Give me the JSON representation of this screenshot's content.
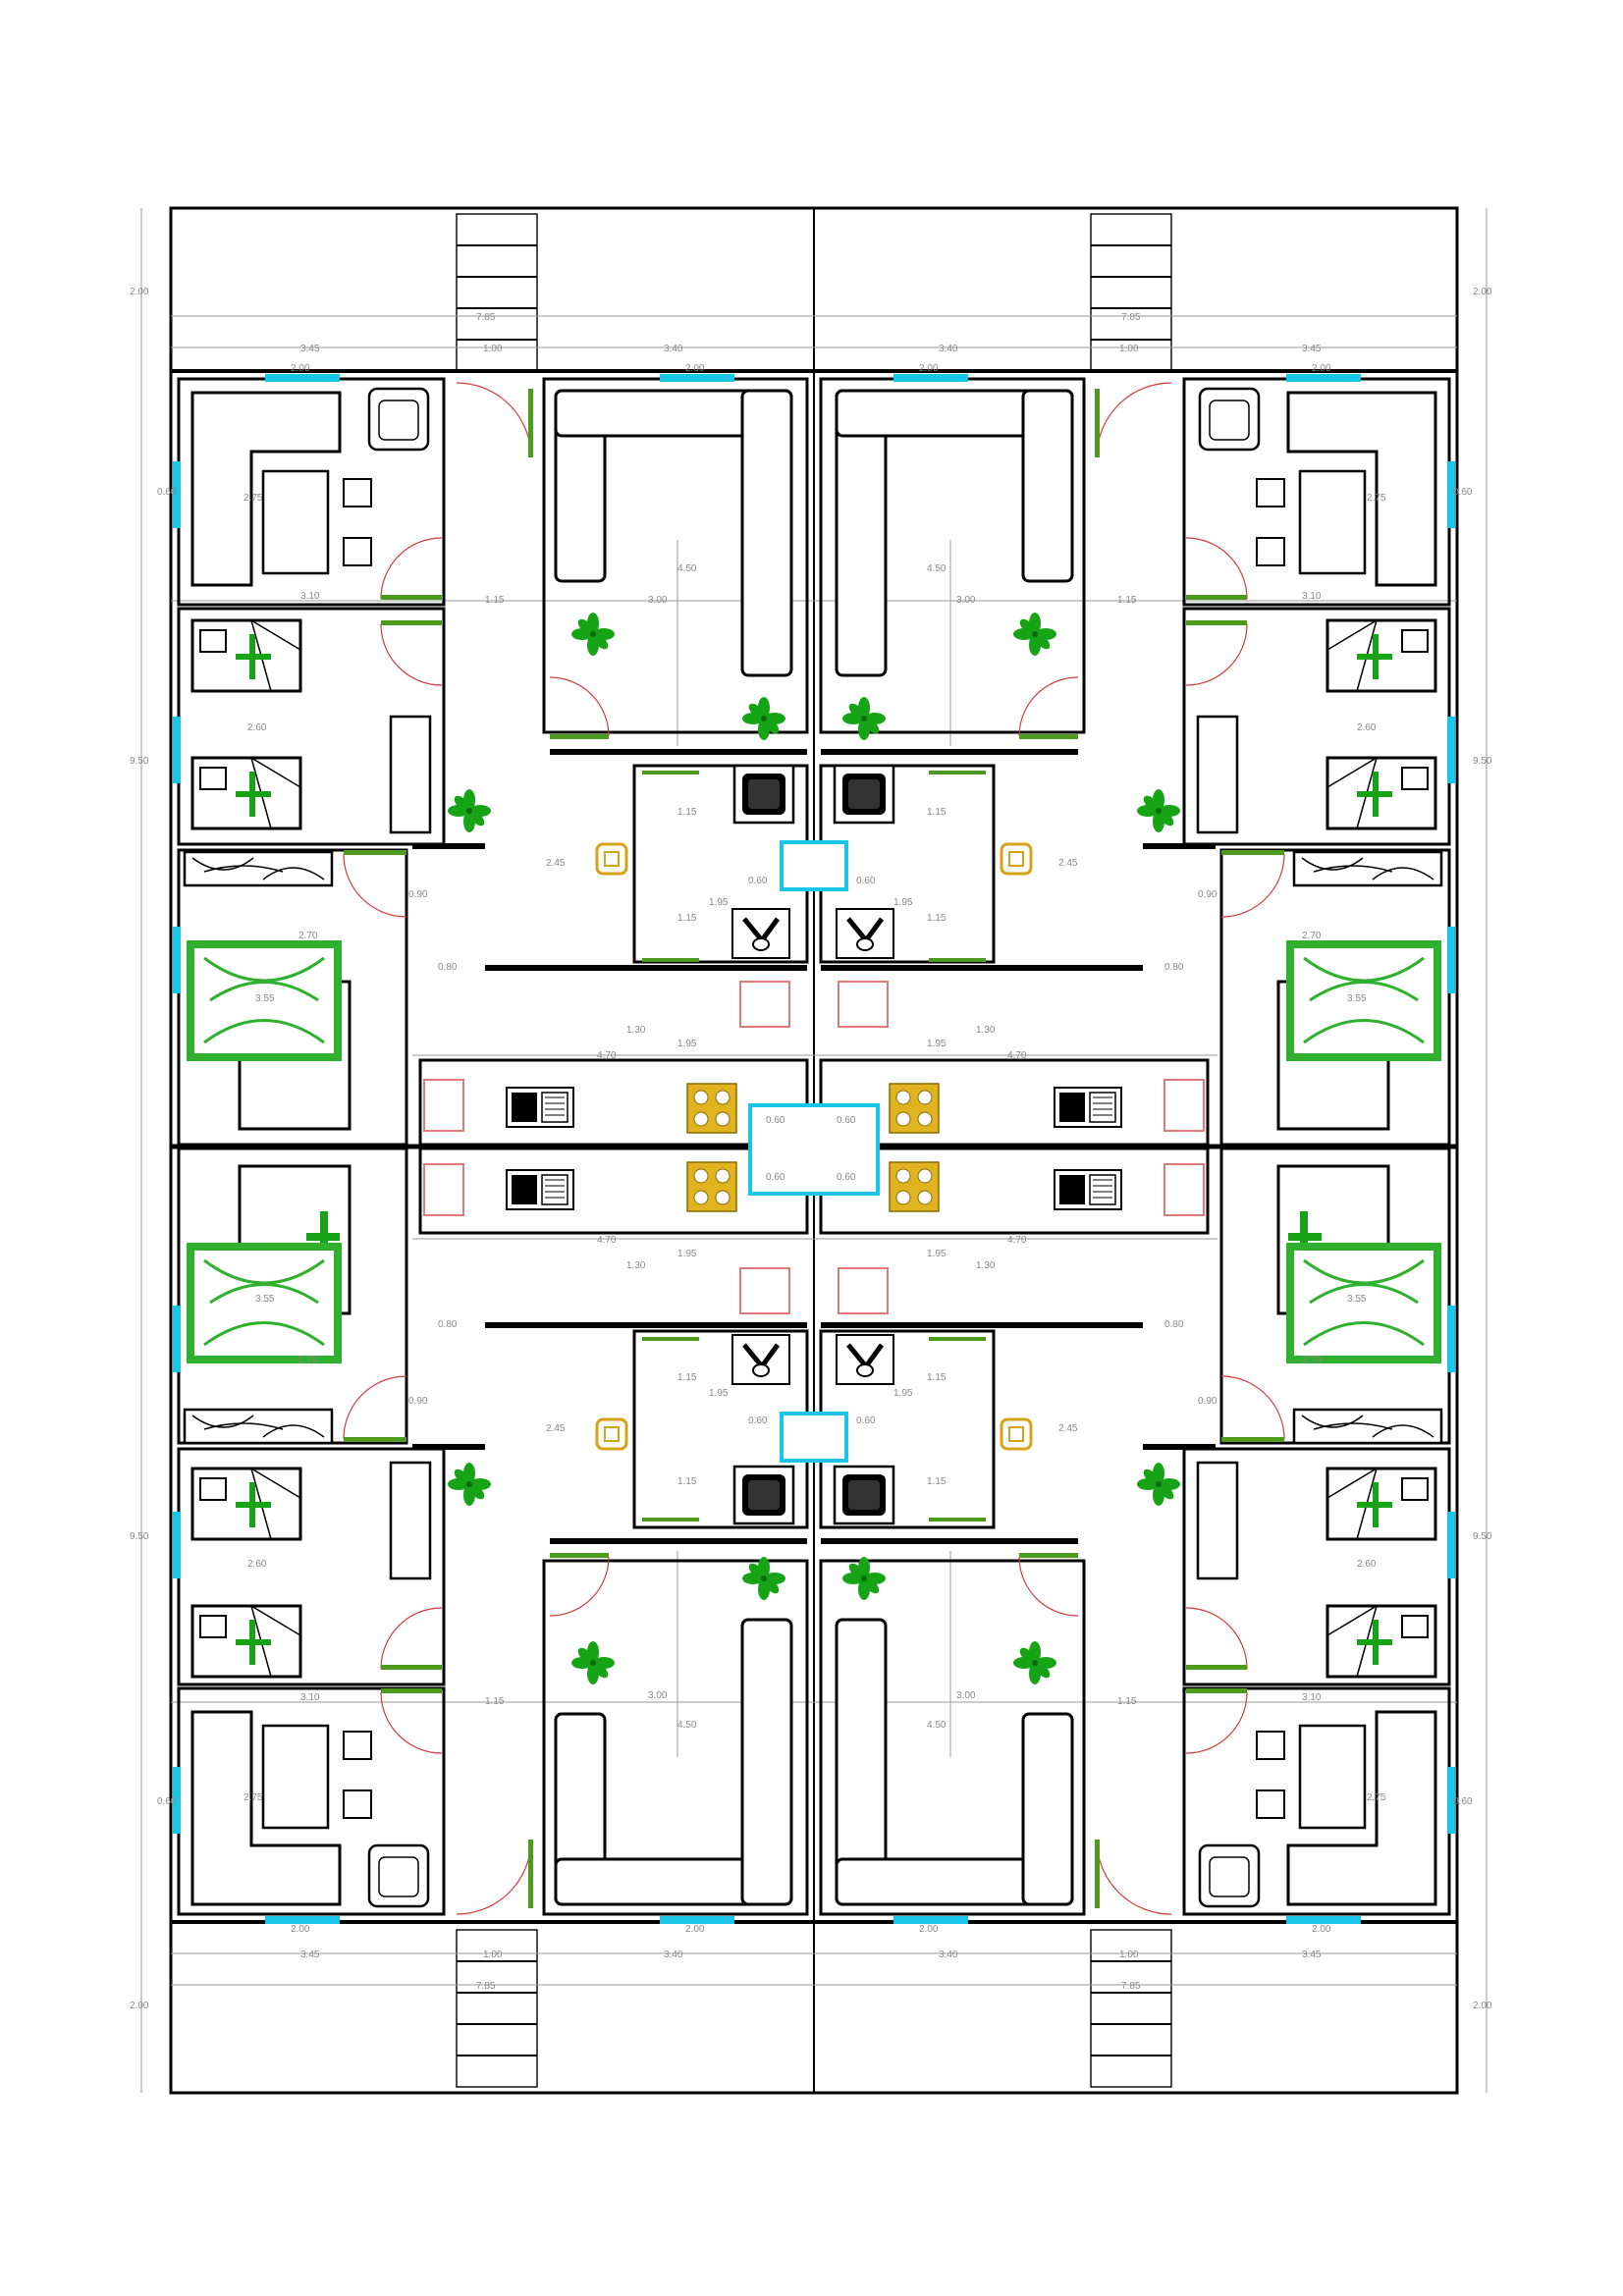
{
  "colors": {
    "wall": "#000000",
    "dimension": "#888888",
    "window": "#19c6e6",
    "plant": "#16a416",
    "door_arc": "#d23a3a",
    "door_leaf": "#4c9b1c",
    "water_heater": "#d4a316",
    "stove": "#e0b420",
    "fridge": "#e07a7a"
  },
  "dimensions": {
    "overall_width": "7.85",
    "block_height": "9.50",
    "yard_depth": "2.00",
    "bay_left": "3.45",
    "bay_stair": "1.00",
    "bay_living": "3.40",
    "window_width": "2.00",
    "salon_depth": "2.75",
    "salon_width": "3.10",
    "corridor": "1.15",
    "living_width": "3.00",
    "living_depth": "4.50",
    "bedroom_depth": "2.60",
    "wet_core_depth": "2.45",
    "wet_core_width": "1.95",
    "door_width": "0.90",
    "hall_width": "0.80",
    "small_window": "0.60",
    "bath_depth": "1.15",
    "kitchen_width": "4.70",
    "kitchen_depth": "1.30",
    "master_depth": "3.55",
    "master_width": "2.70",
    "shaft_width": "0.60",
    "stair_bay": "0.60"
  },
  "legend_icons": [
    "sofa-icon",
    "armchair-icon",
    "bed-icon",
    "wardrobe-icon",
    "plant-icon",
    "door-icon",
    "window-icon",
    "sink-icon",
    "stove-icon",
    "toilet-icon",
    "shower-icon",
    "water-heater-icon",
    "fridge-icon",
    "rug-icon",
    "stair-icon"
  ]
}
